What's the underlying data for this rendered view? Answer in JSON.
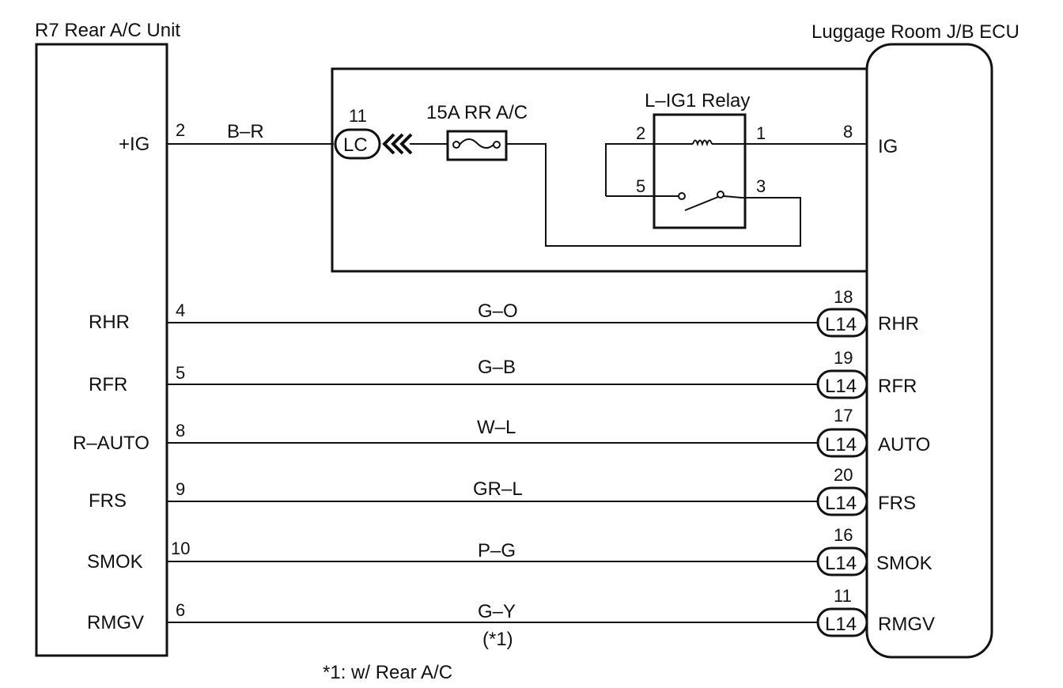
{
  "left_unit": {
    "title": "R7 Rear A/C Unit",
    "terminals": [
      {
        "label": "+IG",
        "pin": "2"
      },
      {
        "label": "RHR",
        "pin": "4"
      },
      {
        "label": "RFR",
        "pin": "5"
      },
      {
        "label": "R–AUTO",
        "pin": "8"
      },
      {
        "label": "FRS",
        "pin": "9"
      },
      {
        "label": "SMOK",
        "pin": "10"
      },
      {
        "label": "RMGV",
        "pin": "6"
      }
    ]
  },
  "right_unit": {
    "title": "Luggage Room J/B ECU",
    "ig_label": "IG",
    "ig_pin": "8",
    "terminals": [
      {
        "label": "RHR",
        "pin": "18",
        "connector": "L14"
      },
      {
        "label": "RFR",
        "pin": "19",
        "connector": "L14"
      },
      {
        "label": "AUTO",
        "pin": "17",
        "connector": "L14"
      },
      {
        "label": "FRS",
        "pin": "20",
        "connector": "L14"
      },
      {
        "label": "SMOK",
        "pin": "16",
        "connector": "L14"
      },
      {
        "label": "RMGV",
        "pin": "11",
        "connector": "L14"
      }
    ]
  },
  "wires": {
    "ig": "B–R",
    "signals": [
      "G–O",
      "G–B",
      "W–L",
      "GR–L",
      "P–G",
      "G–Y"
    ],
    "rmgv_note": "(*1)"
  },
  "junction_block": {
    "connector": "LC",
    "connector_pin": "11",
    "fuse_label": "15A RR A/C",
    "relay": {
      "title": "L–IG1 Relay",
      "pins": [
        "2",
        "1",
        "5",
        "3"
      ]
    }
  },
  "footnote": "*1: w/ Rear A/C"
}
